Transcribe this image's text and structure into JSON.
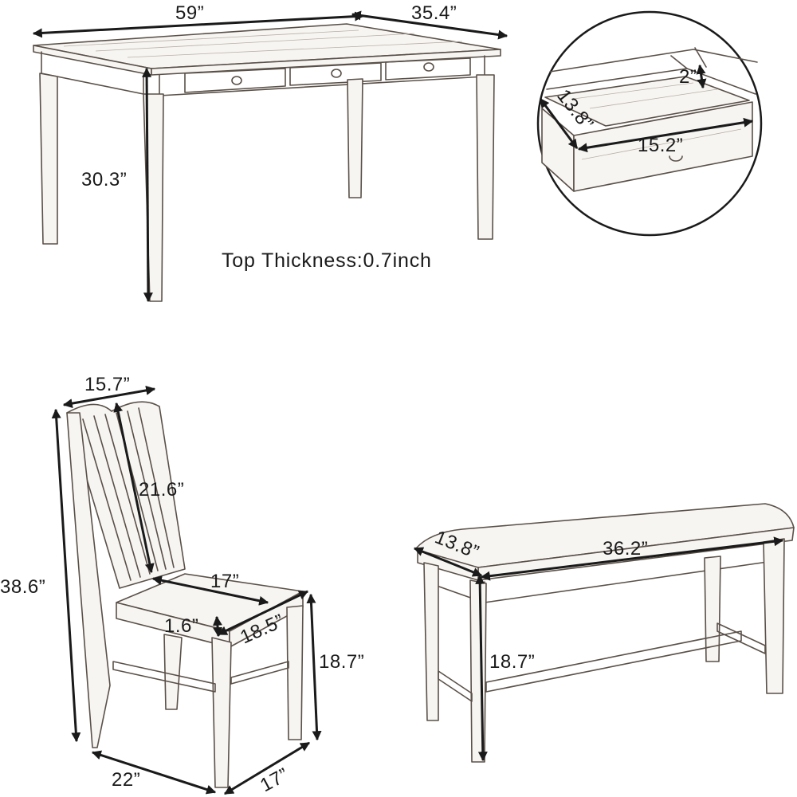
{
  "table": {
    "length": "59”",
    "width": "35.4”",
    "height": "30.3”",
    "top_thickness_note": "Top Thickness:0.7inch"
  },
  "drawer": {
    "depth": "13.8”",
    "width": "15.2”",
    "height": "2”"
  },
  "chair": {
    "back_width": "15.7”",
    "back_height": "21.6”",
    "total_height": "38.6”",
    "seat_width": "17”",
    "seat_depth": "18.5”",
    "seat_cushion": "1.6”",
    "seat_height": "18.7”",
    "base_depth": "22”",
    "base_width": "17”"
  },
  "bench": {
    "depth": "13.8”",
    "length": "36.2”",
    "height": "18.7”"
  }
}
